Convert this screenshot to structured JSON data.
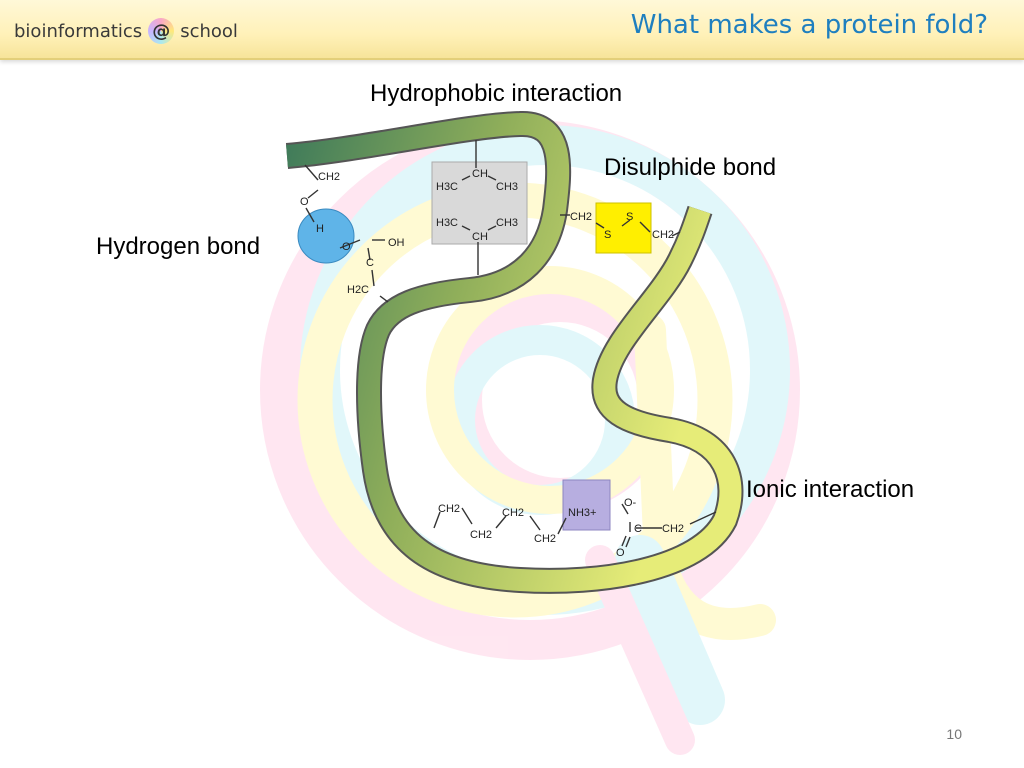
{
  "header": {
    "brand_left": "bioinformatics",
    "brand_at": "@",
    "brand_right": "school",
    "title": "What makes a protein fold?"
  },
  "labels": {
    "hydrophobic": "Hydrophobic interaction",
    "disulphide": "Disulphide bond",
    "hydrogen": "Hydrogen bond",
    "ionic": "Ionic interaction"
  },
  "chem": {
    "h_ch2": "CH2",
    "h_o1": "O",
    "h_h": "H",
    "h_o2": "O",
    "h_oh": "OH",
    "h_c": "C",
    "h_h2c": "H2C",
    "hy_ch_top": "CH",
    "hy_h3c_top": "H3C",
    "hy_ch3_top": "CH3",
    "hy_h3c_bot": "H3C",
    "hy_ch3_bot": "CH3",
    "hy_ch_bot": "CH",
    "ds_ch2_left": "CH2",
    "ds_s_left": "S",
    "ds_s_right": "S",
    "ds_ch2_right": "CH2",
    "io_ch2_a": "CH2",
    "io_ch2_b": "CH2",
    "io_ch2_c": "CH2",
    "io_ch2_d": "CH2",
    "io_nh3": "NH3+",
    "io_o_minus": "O-",
    "io_c": "C",
    "io_o": "O",
    "io_ch2_e": "CH2"
  },
  "colors": {
    "title": "#1f7fbf",
    "strand_dark": "#3e7a5a",
    "strand_light": "#e6ec78",
    "hydrophobic_box": "#d9d9d9",
    "disulphide_box": "#ffef00",
    "ionic_box": "#b7aee0",
    "hydrogen_ellipse": "#5fb4e8"
  },
  "page": {
    "number": "10"
  }
}
